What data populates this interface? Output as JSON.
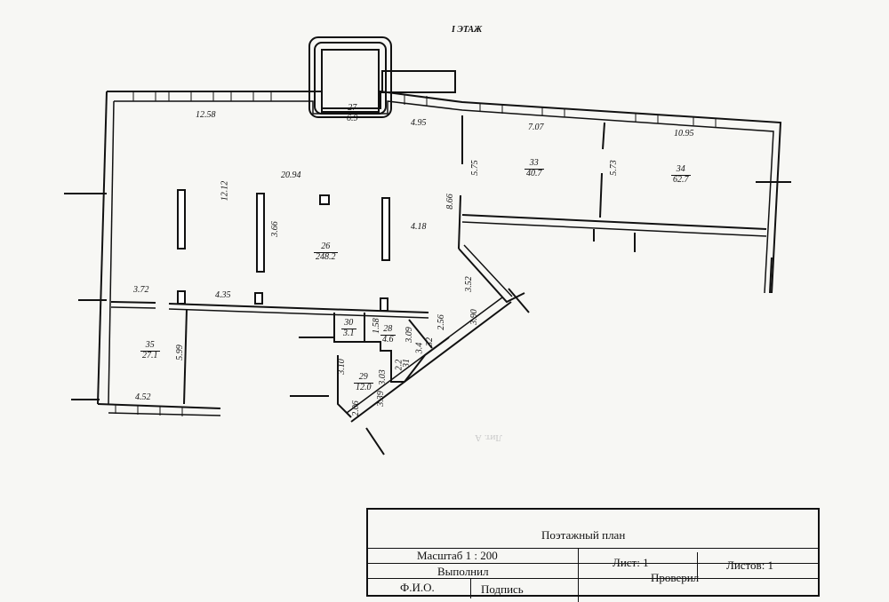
{
  "plan": {
    "floor_title": "I ЭТАЖ",
    "rooms": [
      {
        "number": "27",
        "area": "6.9"
      },
      {
        "number": "33",
        "area": "40.7"
      },
      {
        "number": "34",
        "area": "62.7"
      },
      {
        "number": "26",
        "area": "248.2"
      },
      {
        "number": "30",
        "area": "3.1"
      },
      {
        "number": "28",
        "area": "4.6"
      },
      {
        "number": "35",
        "area": "27.1"
      },
      {
        "number": "29",
        "area": "12.0"
      }
    ],
    "small_room_32": "32",
    "small_room_31": "31",
    "small_room_34_label": "3.4",
    "small_room_22_label": "2.2",
    "dimensions": {
      "d1": "12.58",
      "d2": "4.95",
      "d3": "7.07",
      "d4": "10.95",
      "d5": "20.94",
      "d6": "12.12",
      "d7": "3.66",
      "d8": "4.18",
      "d9": "8.66",
      "d10": "5.75",
      "d11": "5.73",
      "d12": "3.52",
      "d13": "3.90",
      "d14": "2.56",
      "d15": "3.72",
      "d16": "4.35",
      "d17": "5.99",
      "d18": "4.52",
      "d19": "1.58",
      "d20": "3.09",
      "d21": "3.10",
      "d22": "3.03",
      "d23": "3.39",
      "d24": "2.06"
    },
    "faint_mark": "Лит. А"
  },
  "stamp": {
    "title": "Поэтажный план",
    "scale": "Масштаб 1 : 200",
    "sheet": "Лист: 1",
    "sheets": "Листов: 1",
    "performed": "Выполнил",
    "checked": "Проверил",
    "fio": "Ф.И.О.",
    "signature": "Подпись"
  }
}
